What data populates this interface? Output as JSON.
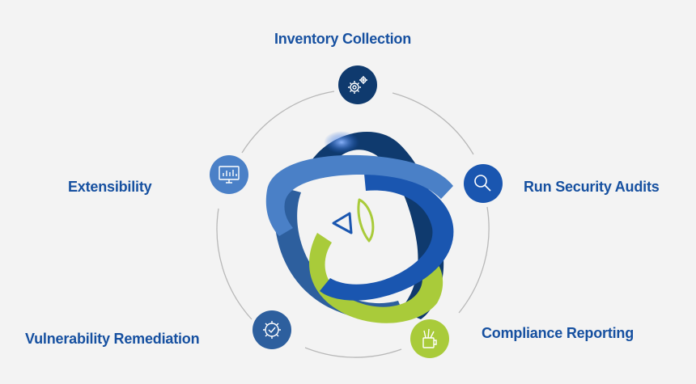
{
  "colors": {
    "background": "#f3f3f3",
    "label_blue": "#1650a0",
    "navy": "#0f3a6e",
    "medium_blue": "#2d5f9e",
    "bright_blue": "#1a56b0",
    "light_blue": "#4a80c7",
    "lime": "#a9cb3a",
    "circle_line": "#b8b8b8"
  },
  "items": [
    {
      "label": "Inventory Collection",
      "icon": "gears-icon"
    },
    {
      "label": "Run Security Audits",
      "icon": "magnifier-icon"
    },
    {
      "label": "Compliance Reporting",
      "icon": "cup-pencils-icon"
    },
    {
      "label": "Vulnerability Remediation",
      "icon": "gear-check-icon"
    },
    {
      "label": "Extensibility",
      "icon": "monitor-chart-icon"
    }
  ]
}
